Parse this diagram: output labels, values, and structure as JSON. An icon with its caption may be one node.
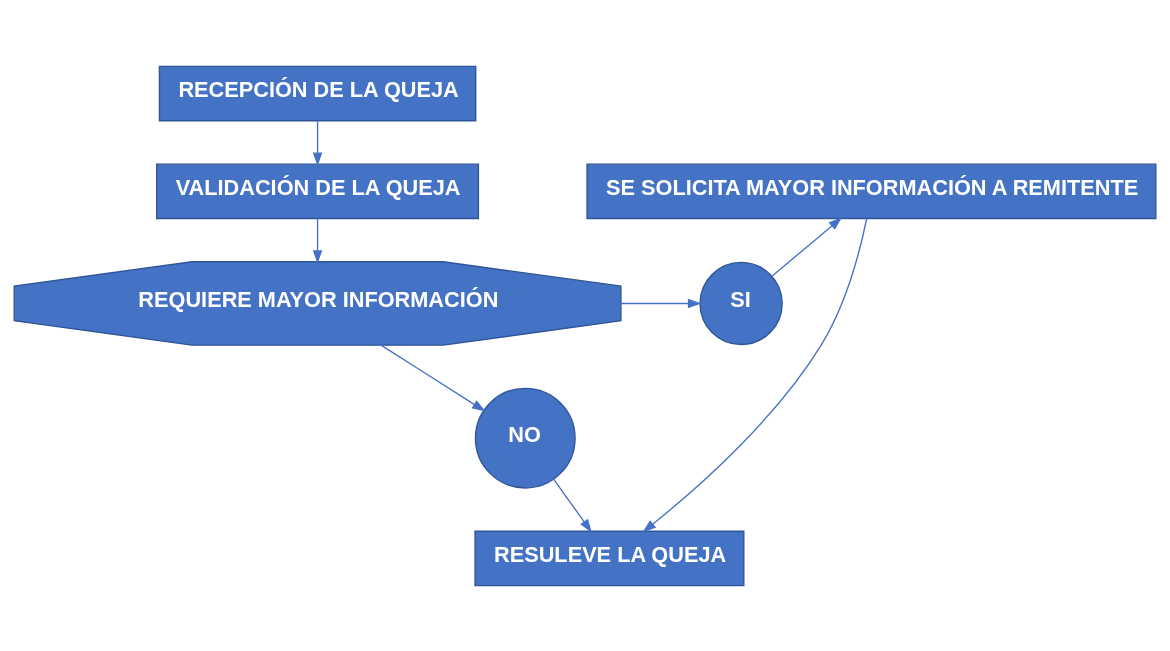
{
  "diagram": {
    "nodes": [
      {
        "text": [
          "RECEPCIÓN DE LA QUEJA"
        ]
      },
      {
        "text": [
          "SE SOLICITA MAYOR INFORMACIÓN A REMITENTE"
        ]
      },
      {
        "text": [
          "VALIDACIÓN DE LA QUEJA"
        ]
      },
      {
        "text": [
          "REQUIERE MAYOR INFORMACIÓN"
        ]
      },
      {
        "text": [
          "SI"
        ]
      },
      {
        "text": [
          "NO"
        ]
      },
      {
        "text": [
          "RESULEVE LA QUEJA"
        ]
      }
    ],
    "edges": [
      {
        "from": 0,
        "to": 2,
        "arrow": "to"
      },
      {
        "from": 2,
        "to": 3,
        "arrow": "to"
      },
      {
        "from": 3,
        "to": 4,
        "arrow": "to"
      },
      {
        "from": 4,
        "to": 1,
        "arrow": "to"
      },
      {
        "from": 3,
        "to": 5,
        "arrow": "to"
      },
      {
        "from": 5,
        "to": 6,
        "arrow": "to"
      },
      {
        "from": 1,
        "to": 6,
        "arrow": "to"
      }
    ]
  }
}
